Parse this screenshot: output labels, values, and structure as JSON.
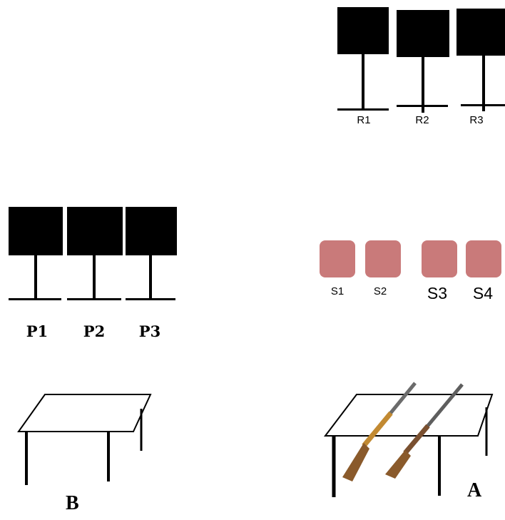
{
  "targets_r": [
    {
      "label": "R1"
    },
    {
      "label": "R2"
    },
    {
      "label": "R3"
    }
  ],
  "targets_p": [
    {
      "label": "P1"
    },
    {
      "label": "P2"
    },
    {
      "label": "P3"
    }
  ],
  "stations": [
    {
      "label": "S1"
    },
    {
      "label": "S2"
    },
    {
      "label": "S3"
    },
    {
      "label": "S4"
    }
  ],
  "tables": {
    "empty_label": "B",
    "rifles_label": "A"
  },
  "colors": {
    "board": "#000000",
    "station": "#c97a7a",
    "rifle_stock": "#8a5a2b",
    "rifle_barrel": "#6b6b6b"
  }
}
